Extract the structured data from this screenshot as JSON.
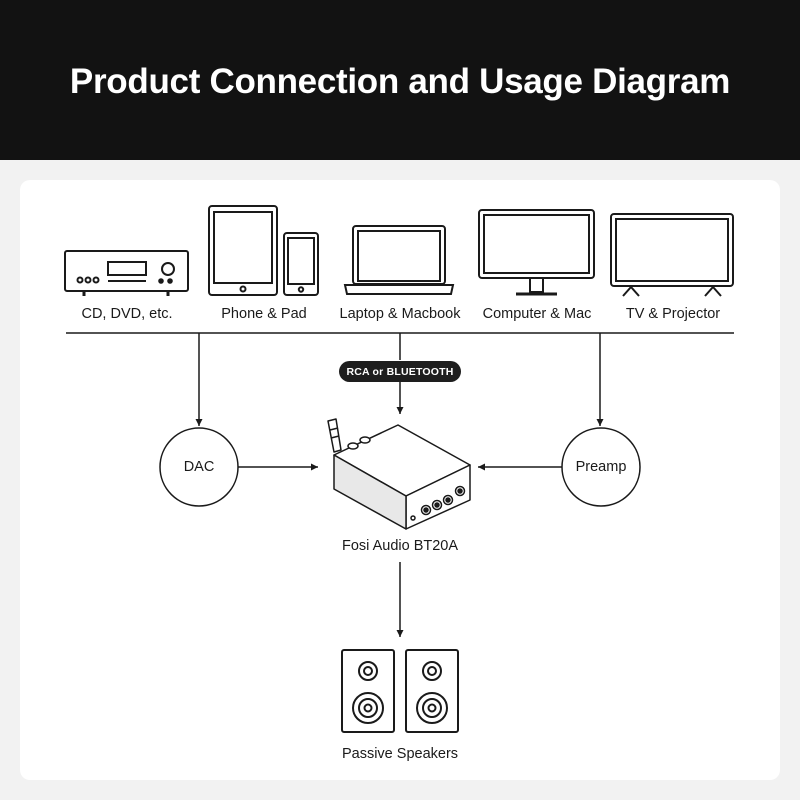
{
  "header": {
    "title": "Product Connection and Usage Diagram"
  },
  "sources": [
    {
      "label": "CD, DVD, etc.",
      "icon": "cd-player-icon"
    },
    {
      "label": "Phone & Pad",
      "icon": "tablet-phone-icon"
    },
    {
      "label": "Laptop & Macbook",
      "icon": "laptop-icon"
    },
    {
      "label": "Computer & Mac",
      "icon": "monitor-icon"
    },
    {
      "label": "TV & Projector",
      "icon": "tv-icon"
    }
  ],
  "connection_badge": "RCA or BLUETOOTH",
  "nodes": {
    "dac": "DAC",
    "preamp": "Preamp",
    "amplifier": "Fosi Audio BT20A",
    "speakers": "Passive Speakers"
  },
  "colors": {
    "header_bg": "#121212",
    "page_bg": "#f2f2f2",
    "card_bg": "#ffffff",
    "line": "#1a1a1a",
    "badge_bg": "#1e1e1e"
  }
}
